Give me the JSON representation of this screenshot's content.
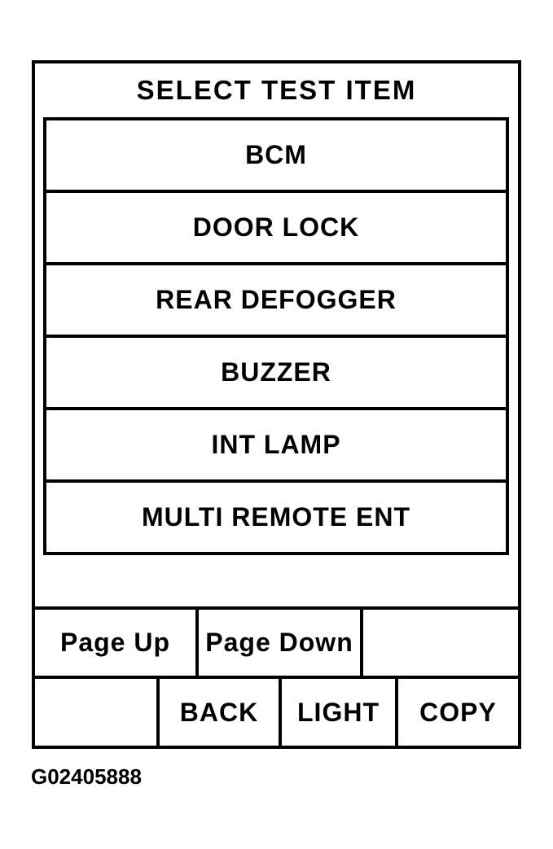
{
  "colors": {
    "ink": "#000000",
    "paper": "#ffffff"
  },
  "screen": {
    "title": "SELECT TEST ITEM",
    "menu_items": [
      "BCM",
      "DOOR LOCK",
      "REAR DEFOGGER",
      "BUZZER",
      "INT LAMP",
      "MULTI REMOTE ENT"
    ],
    "pager": {
      "page_up_label": "Page Up",
      "page_down_label": "Page Down"
    },
    "function_keys": {
      "back_label": "BACK",
      "light_label": "LIGHT",
      "copy_label": "COPY"
    }
  },
  "caption": {
    "figure_id": "G02405888"
  }
}
